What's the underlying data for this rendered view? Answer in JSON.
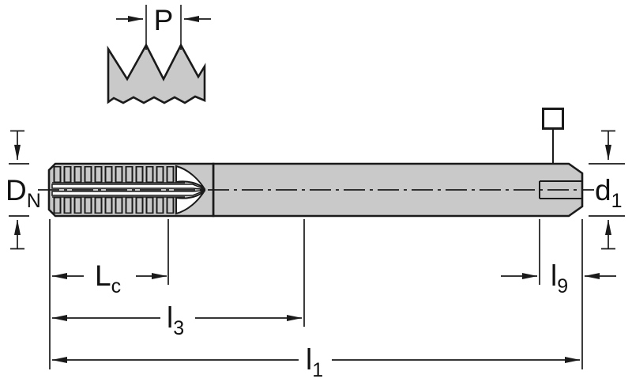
{
  "drawing": {
    "type": "technical-dimension-drawing",
    "subject": "machine tap side view with thread pitch detail",
    "colors": {
      "body_fill": "#c9c9c9",
      "line": "#1a1a1a",
      "background": "#ffffff"
    },
    "labels": {
      "pitch": {
        "text": "P"
      },
      "nominal_diameter": {
        "base": "D",
        "sub": "N"
      },
      "shank_diameter": {
        "base": "d",
        "sub": "1"
      },
      "thread_length": {
        "base": "L",
        "sub": "c"
      },
      "length_l3": {
        "base": "l",
        "sub": "3"
      },
      "overall_length": {
        "base": "l",
        "sub": "1"
      },
      "square_length": {
        "base": "l",
        "sub": "9"
      }
    }
  }
}
